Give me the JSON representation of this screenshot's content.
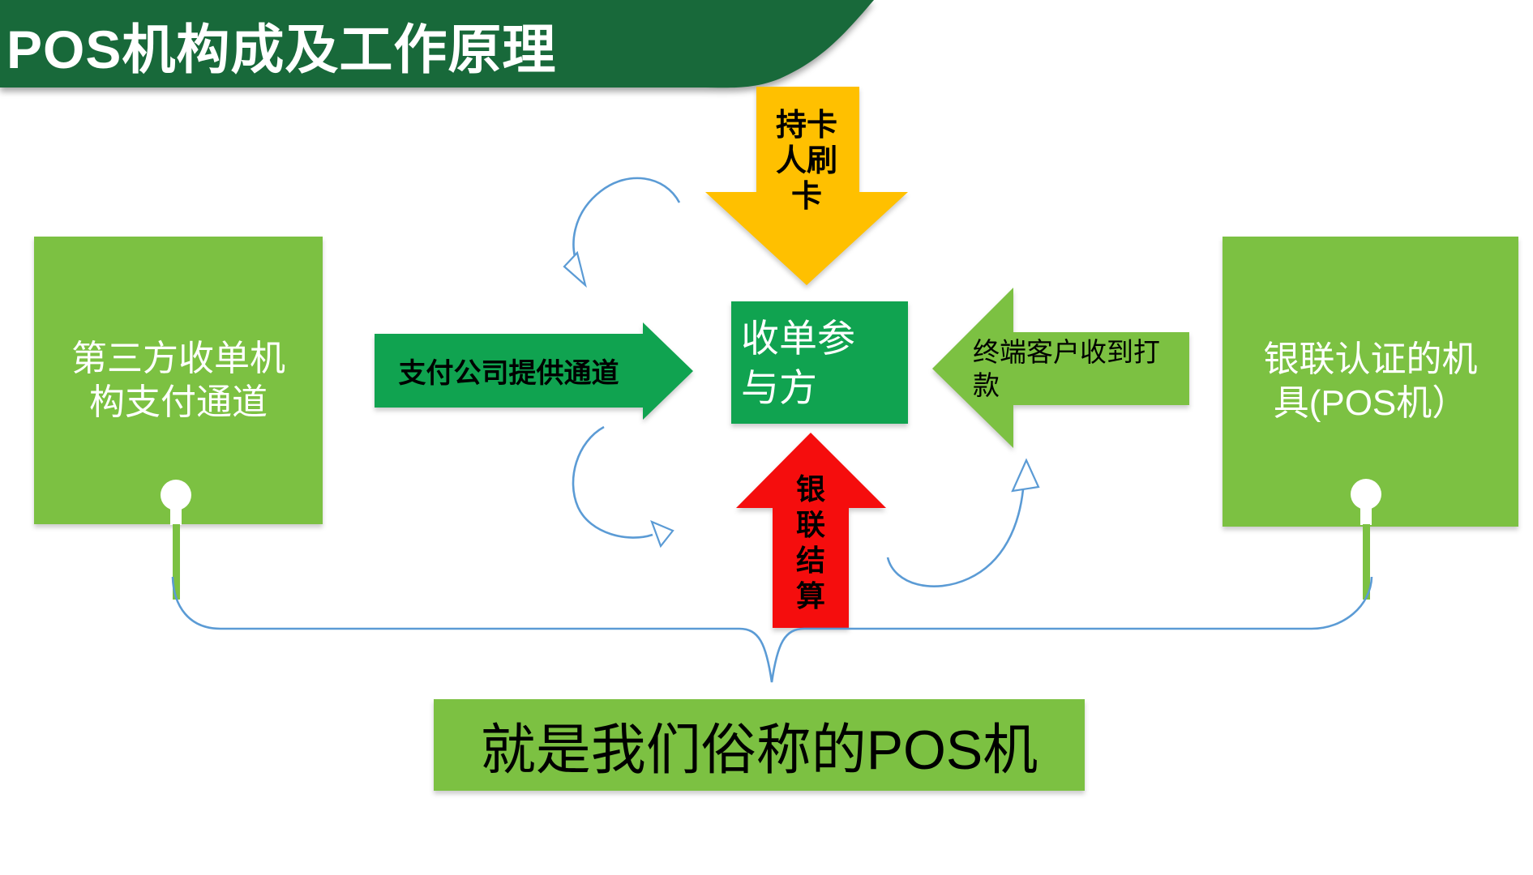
{
  "slide": {
    "title": "POS机构成及工作原理",
    "colors": {
      "banner_green": "#18693A",
      "light_green": "#7CC142",
      "green": "#10A350",
      "yellow": "#FFC000",
      "red": "#F50D0D",
      "connector_blue": "#5B9BD5",
      "white": "#FFFFFF"
    },
    "boxes": {
      "left": {
        "label": "第三方收单机\n构支付通道"
      },
      "center": {
        "label": "收单参\n与方"
      },
      "right": {
        "label": "银联认证的机\n具(POS机）"
      },
      "bottom": {
        "label": "就是我们俗称的POS机"
      }
    },
    "arrows": {
      "cardholder": {
        "label": "持卡\n人刷\n卡",
        "color": "#FFC000",
        "direction": "down"
      },
      "payment_channel": {
        "label": "支付公司提供通道",
        "color": "#10A350",
        "direction": "right"
      },
      "terminal_payout": {
        "label": "终端客户收到打\n款",
        "color": "#7CC142",
        "direction": "left"
      },
      "unionpay_settlement": {
        "label": "银\n联\n结\n算",
        "color": "#F50D0D",
        "direction": "up"
      }
    }
  }
}
